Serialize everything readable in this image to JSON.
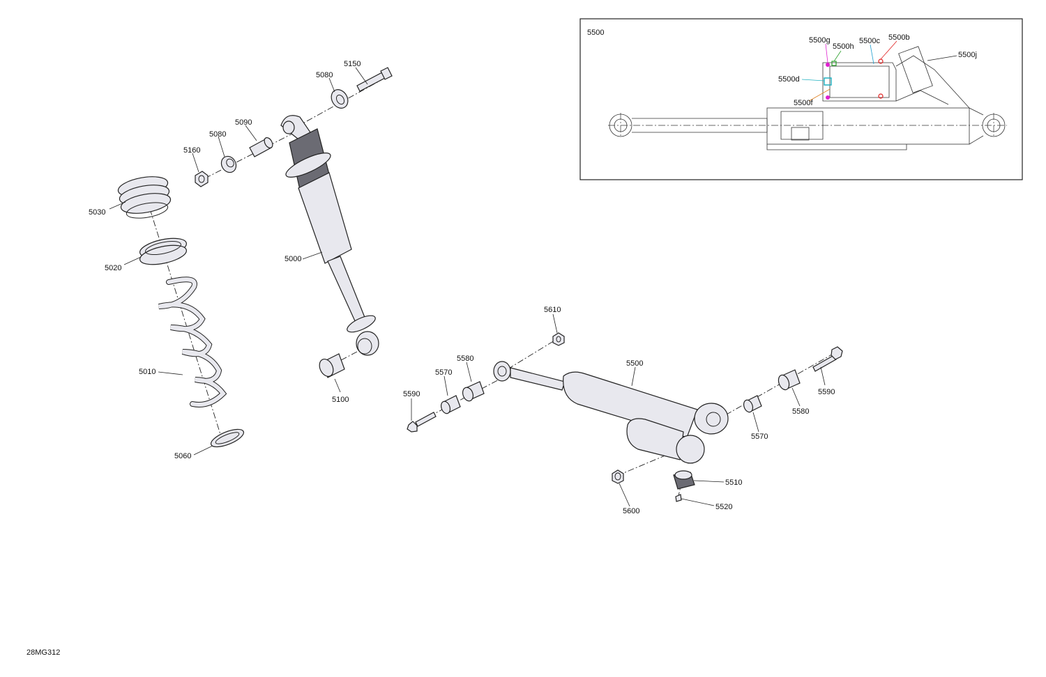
{
  "diagram": {
    "drawing_number": "28MG312",
    "inset": {
      "title": "5500",
      "callouts": [
        "5500g",
        "5500h",
        "5500c",
        "5500b",
        "5500j",
        "5500d",
        "5500f"
      ]
    },
    "callouts": {
      "p5150": "5150",
      "p5080a": "5080",
      "p5090": "5090",
      "p5080b": "5080",
      "p5160": "5160",
      "p5030": "5030",
      "p5020": "5020",
      "p5000": "5000",
      "p5010": "5010",
      "p5060": "5060",
      "p5100": "5100",
      "p5610": "5610",
      "p5580a": "5580",
      "p5570a": "5570",
      "p5590a": "5590",
      "p5500": "5500",
      "p5590b": "5590",
      "p5580b": "5580",
      "p5570b": "5570",
      "p5510": "5510",
      "p5520": "5520",
      "p5600": "5600"
    }
  }
}
